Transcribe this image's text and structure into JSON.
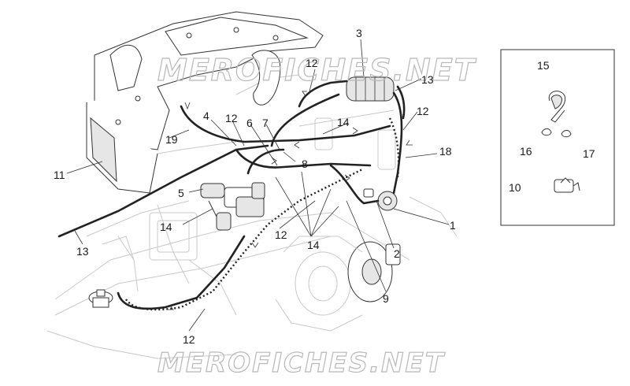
{
  "watermark": {
    "top": "MEROFICHES.NET",
    "bottom": "MEROFICHES.NET"
  },
  "callouts": {
    "c1": "1",
    "c2": "2",
    "c3": "3",
    "c4": "4",
    "c5": "5",
    "c6": "6",
    "c7": "7",
    "c8": "8",
    "c9": "9",
    "c10": "10",
    "c11": "11",
    "c12a": "12",
    "c12b": "12",
    "c12c": "12",
    "c12d": "12",
    "c12e": "12",
    "c13a": "13",
    "c13b": "13",
    "c14a": "14",
    "c14b": "14",
    "c14c": "14",
    "c15": "15",
    "c16": "16",
    "c17": "17",
    "c18": "18",
    "c19": "19"
  }
}
